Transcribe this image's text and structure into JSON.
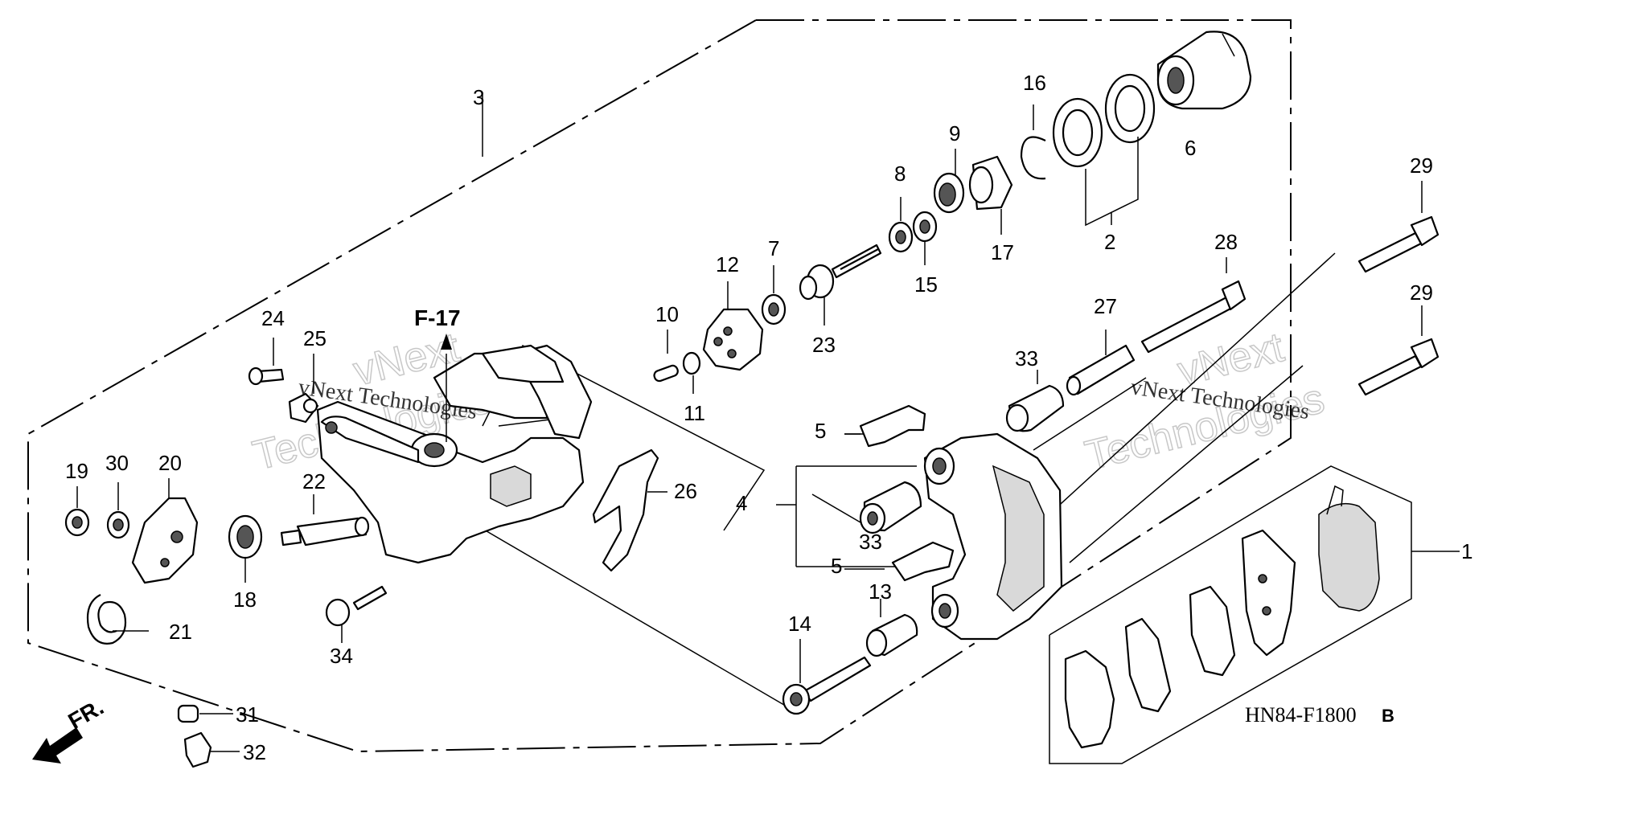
{
  "diagram": {
    "code": "HN84-F1800",
    "code_suffix": "B",
    "reference": "F-17",
    "direction": "FR.",
    "watermark": {
      "brand": "vNext",
      "word": "Technologies",
      "full": "vNext Technologies"
    },
    "callouts": {
      "c1": "1",
      "c2": "2",
      "c3": "3",
      "c4": "4",
      "c5a": "5",
      "c5b": "5",
      "c6": "6",
      "c7": "7",
      "c8": "8",
      "c9": "9",
      "c10": "10",
      "c11": "11",
      "c12": "12",
      "c13": "13",
      "c14": "14",
      "c15": "15",
      "c16": "16",
      "c17": "17",
      "c18": "18",
      "c19": "19",
      "c20": "20",
      "c21": "21",
      "c22": "22",
      "c23": "23",
      "c24": "24",
      "c25": "25",
      "c26": "26",
      "c27": "27",
      "c28": "28",
      "c29a": "29",
      "c29b": "29",
      "c30": "30",
      "c31": "31",
      "c32": "32",
      "c33a": "33",
      "c33b": "33",
      "c34": "34"
    }
  }
}
